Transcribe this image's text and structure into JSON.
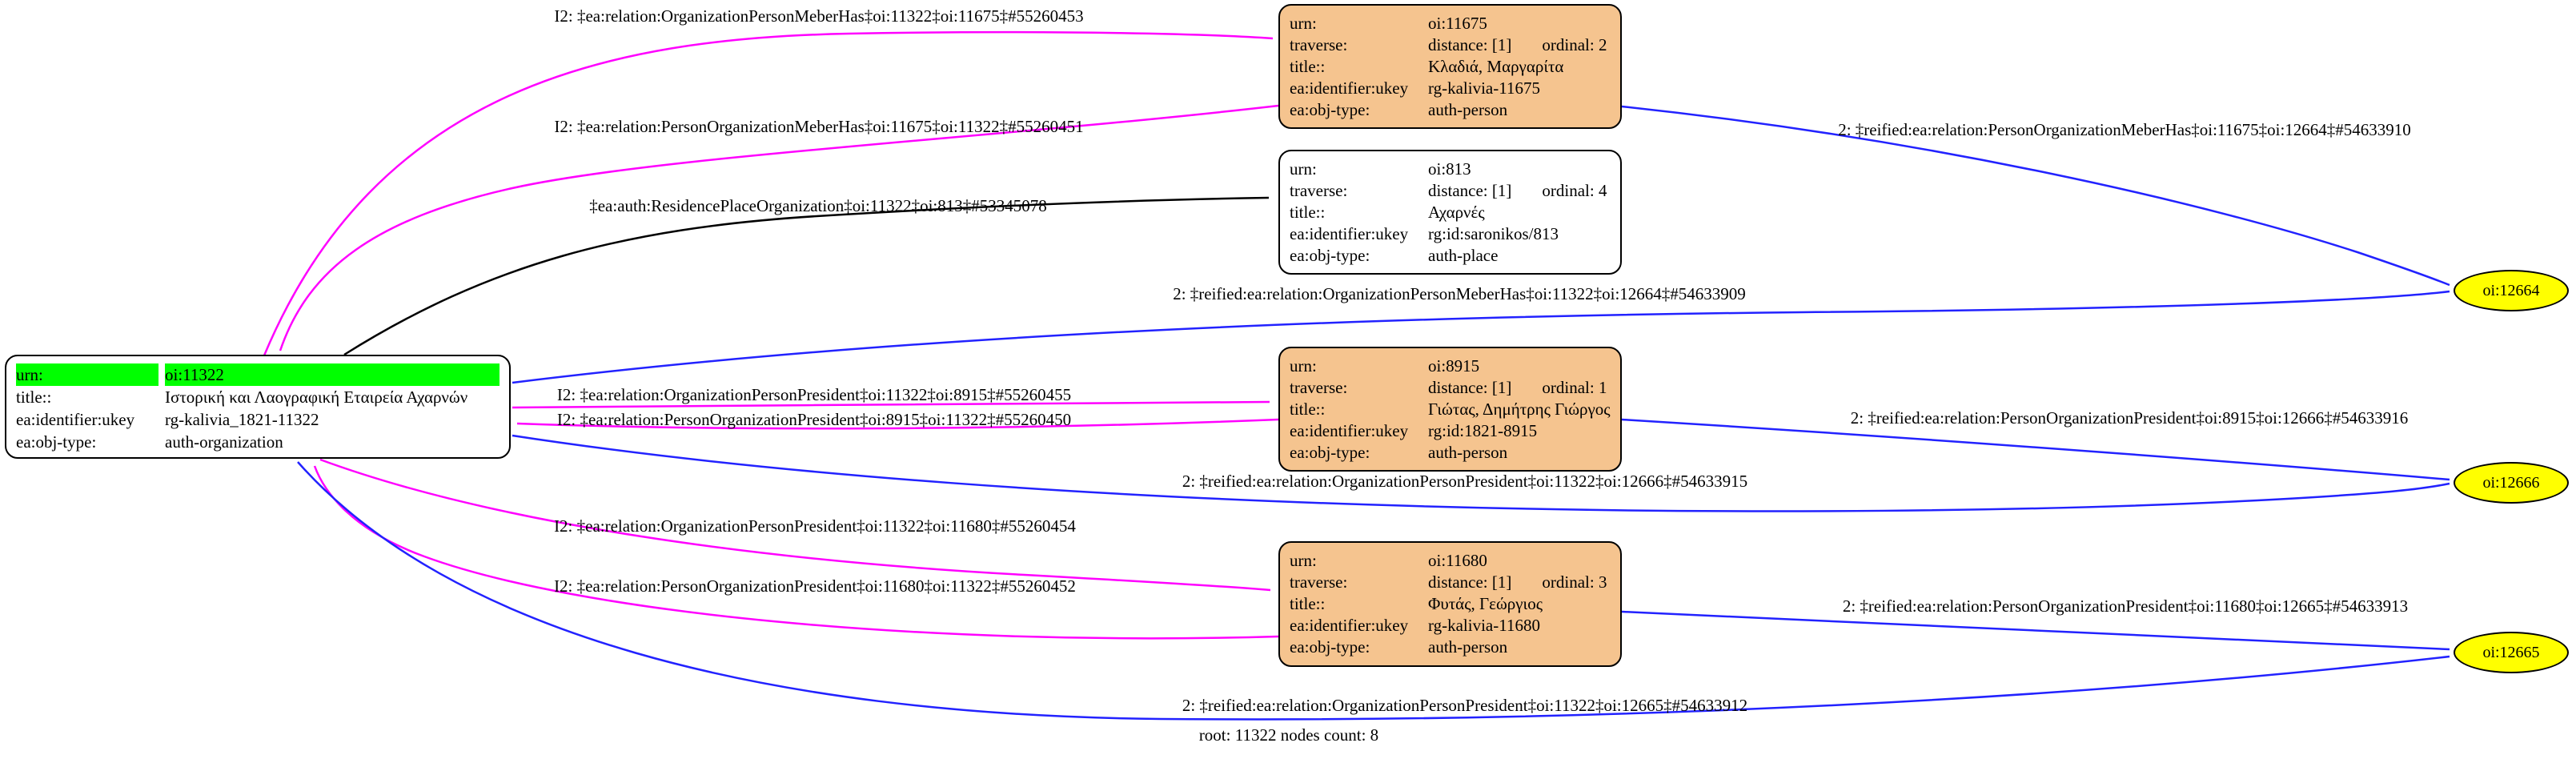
{
  "colors": {
    "relation_edge": "#ff00ff",
    "reified_edge": "#2222ff",
    "plain_edge": "#000000",
    "person_fill": "#f5c48f",
    "highlight": "#00ff00",
    "reified_fill": "#ffff00"
  },
  "graph": {
    "footer": "root: 11322 nodes count: 8"
  },
  "nodes": {
    "root": {
      "id": "oi:11322",
      "rows": [
        {
          "key": "urn:",
          "value": "oi:11322"
        },
        {
          "key": "title::",
          "value": "Ιστορική και Λαογραφική Εταιρεία Αχαρνών"
        },
        {
          "key": "ea:identifier:ukey",
          "value": "rg-kalivia_1821-11322"
        },
        {
          "key": "ea:obj-type:",
          "value": "auth-organization"
        }
      ]
    },
    "n11675": {
      "id": "oi:11675",
      "rows": [
        {
          "key": "urn:",
          "value": "oi:11675"
        },
        {
          "key": "traverse:",
          "value": "distance: [1]",
          "value2": "ordinal: 2"
        },
        {
          "key": "title::",
          "value": "Κλαδιά, Μαργαρίτα"
        },
        {
          "key": "ea:identifier:ukey",
          "value": "rg-kalivia-11675"
        },
        {
          "key": "ea:obj-type:",
          "value": "auth-person"
        }
      ]
    },
    "n813": {
      "id": "oi:813",
      "rows": [
        {
          "key": "urn:",
          "value": "oi:813"
        },
        {
          "key": "traverse:",
          "value": "distance: [1]",
          "value2": "ordinal: 4"
        },
        {
          "key": "title::",
          "value": "Αχαρνές"
        },
        {
          "key": "ea:identifier:ukey",
          "value": "rg:id:saronikos/813"
        },
        {
          "key": "ea:obj-type:",
          "value": "auth-place"
        }
      ]
    },
    "n8915": {
      "id": "oi:8915",
      "rows": [
        {
          "key": "urn:",
          "value": "oi:8915"
        },
        {
          "key": "traverse:",
          "value": "distance: [1]",
          "value2": "ordinal: 1"
        },
        {
          "key": "title::",
          "value": "Γιώτας, Δημήτρης Γιώργος"
        },
        {
          "key": "ea:identifier:ukey",
          "value": "rg:id:1821-8915"
        },
        {
          "key": "ea:obj-type:",
          "value": "auth-person"
        }
      ]
    },
    "n11680": {
      "id": "oi:11680",
      "rows": [
        {
          "key": "urn:",
          "value": "oi:11680"
        },
        {
          "key": "traverse:",
          "value": "distance: [1]",
          "value2": "ordinal: 3"
        },
        {
          "key": "title::",
          "value": "Φυτάς, Γεώργιος"
        },
        {
          "key": "ea:identifier:ukey",
          "value": "rg-kalivia-11680"
        },
        {
          "key": "ea:obj-type:",
          "value": "auth-person"
        }
      ]
    }
  },
  "reified": [
    {
      "label": "oi:12664"
    },
    {
      "label": "oi:12666"
    },
    {
      "label": "oi:12665"
    }
  ],
  "edges": [
    {
      "from": "oi:11322",
      "to": "oi:11675",
      "color": "magenta",
      "label": "I2: ‡ea:relation:OrganizationPersonMeberHas‡oi:11322‡oi:11675‡#55260453"
    },
    {
      "from": "oi:11675",
      "to": "oi:11322",
      "color": "magenta",
      "label": "I2: ‡ea:relation:PersonOrganizationMeberHas‡oi:11675‡oi:11322‡#55260451"
    },
    {
      "from": "oi:11322",
      "to": "oi:813",
      "color": "black",
      "label": "‡ea:auth:ResidencePlaceOrganization‡oi:11322‡oi:813‡#53345078"
    },
    {
      "from": "oi:11675",
      "to": "oi:12664",
      "color": "blue",
      "label": "2: ‡reified:ea:relation:PersonOrganizationMeberHas‡oi:11675‡oi:12664‡#54633910"
    },
    {
      "from": "oi:11322",
      "to": "oi:12664",
      "color": "blue",
      "label": "2: ‡reified:ea:relation:OrganizationPersonMeberHas‡oi:11322‡oi:12664‡#54633909"
    },
    {
      "from": "oi:11322",
      "to": "oi:8915",
      "color": "magenta",
      "label": "I2: ‡ea:relation:OrganizationPersonPresident‡oi:11322‡oi:8915‡#55260455"
    },
    {
      "from": "oi:8915",
      "to": "oi:11322",
      "color": "magenta",
      "label": "I2: ‡ea:relation:PersonOrganizationPresident‡oi:8915‡oi:11322‡#55260450"
    },
    {
      "from": "oi:8915",
      "to": "oi:12666",
      "color": "blue",
      "label": "2: ‡reified:ea:relation:PersonOrganizationPresident‡oi:8915‡oi:12666‡#54633916"
    },
    {
      "from": "oi:11322",
      "to": "oi:12666",
      "color": "blue",
      "label": "2: ‡reified:ea:relation:OrganizationPersonPresident‡oi:11322‡oi:12666‡#54633915"
    },
    {
      "from": "oi:11322",
      "to": "oi:11680",
      "color": "magenta",
      "label": "I2: ‡ea:relation:OrganizationPersonPresident‡oi:11322‡oi:11680‡#55260454"
    },
    {
      "from": "oi:11680",
      "to": "oi:11322",
      "color": "magenta",
      "label": "I2: ‡ea:relation:PersonOrganizationPresident‡oi:11680‡oi:11322‡#55260452"
    },
    {
      "from": "oi:11680",
      "to": "oi:12665",
      "color": "blue",
      "label": "2: ‡reified:ea:relation:PersonOrganizationPresident‡oi:11680‡oi:12665‡#54633913"
    },
    {
      "from": "oi:11322",
      "to": "oi:12665",
      "color": "blue",
      "label": "2: ‡reified:ea:relation:OrganizationPersonPresident‡oi:11322‡oi:12665‡#54633912"
    }
  ]
}
